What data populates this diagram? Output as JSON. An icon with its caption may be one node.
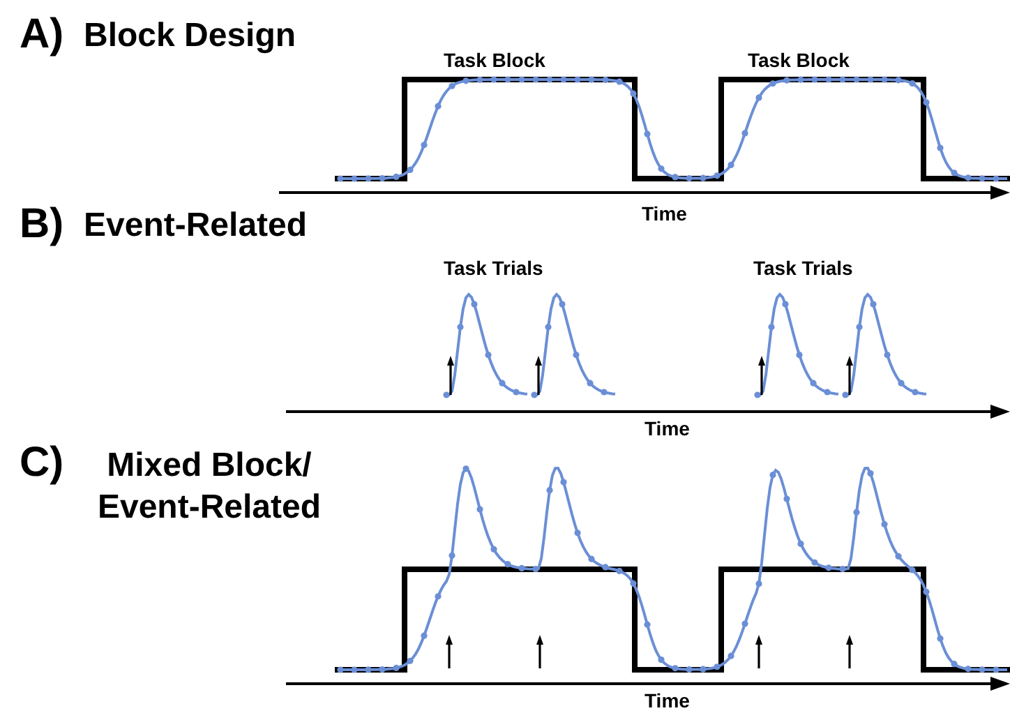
{
  "diagram": {
    "labels": [
      "A)",
      "Block Design",
      "Task Block",
      "Task Block",
      "Time",
      "B)",
      "Event-Related",
      "Task Trials",
      "Task Trials",
      "Time",
      "C)",
      "Mixed Block/ Event-Related",
      "Time"
    ]
  }
}
